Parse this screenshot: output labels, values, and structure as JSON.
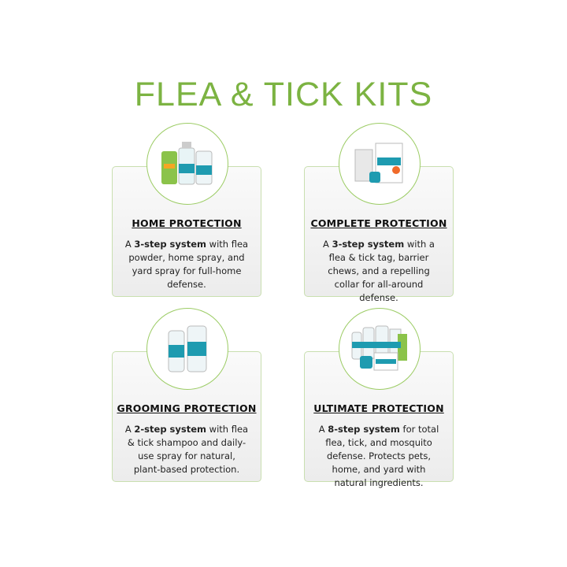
{
  "title": "FLEA & TICK KITS",
  "kits": [
    {
      "name": "HOME PROTECTION",
      "pre": "A ",
      "bold": "3-step system",
      "rest": " with flea powder, home spray, and yard spray for full-home defense.",
      "image": "home-protection-products"
    },
    {
      "name": "COMPLETE PROTECTION",
      "pre": "A ",
      "bold": "3-step system",
      "rest": " with a flea & tick tag, barrier chews, and a repelling collar for all-around defense.",
      "image": "complete-protection-products"
    },
    {
      "name": "GROOMING PROTECTION",
      "pre": "A ",
      "bold": "2-step system",
      "rest": " with flea & tick shampoo and daily-use spray for natural, plant-based protection.",
      "image": "grooming-protection-products"
    },
    {
      "name": "ULTIMATE PROTECTION",
      "pre": "A ",
      "bold": "8-step system",
      "rest": " for total flea, tick, and mosquito defense. Protects pets, home, and yard with natural ingredients.",
      "image": "ultimate-protection-products"
    }
  ],
  "colors": {
    "accent": "#7cb342",
    "teal": "#1e9bb0"
  }
}
